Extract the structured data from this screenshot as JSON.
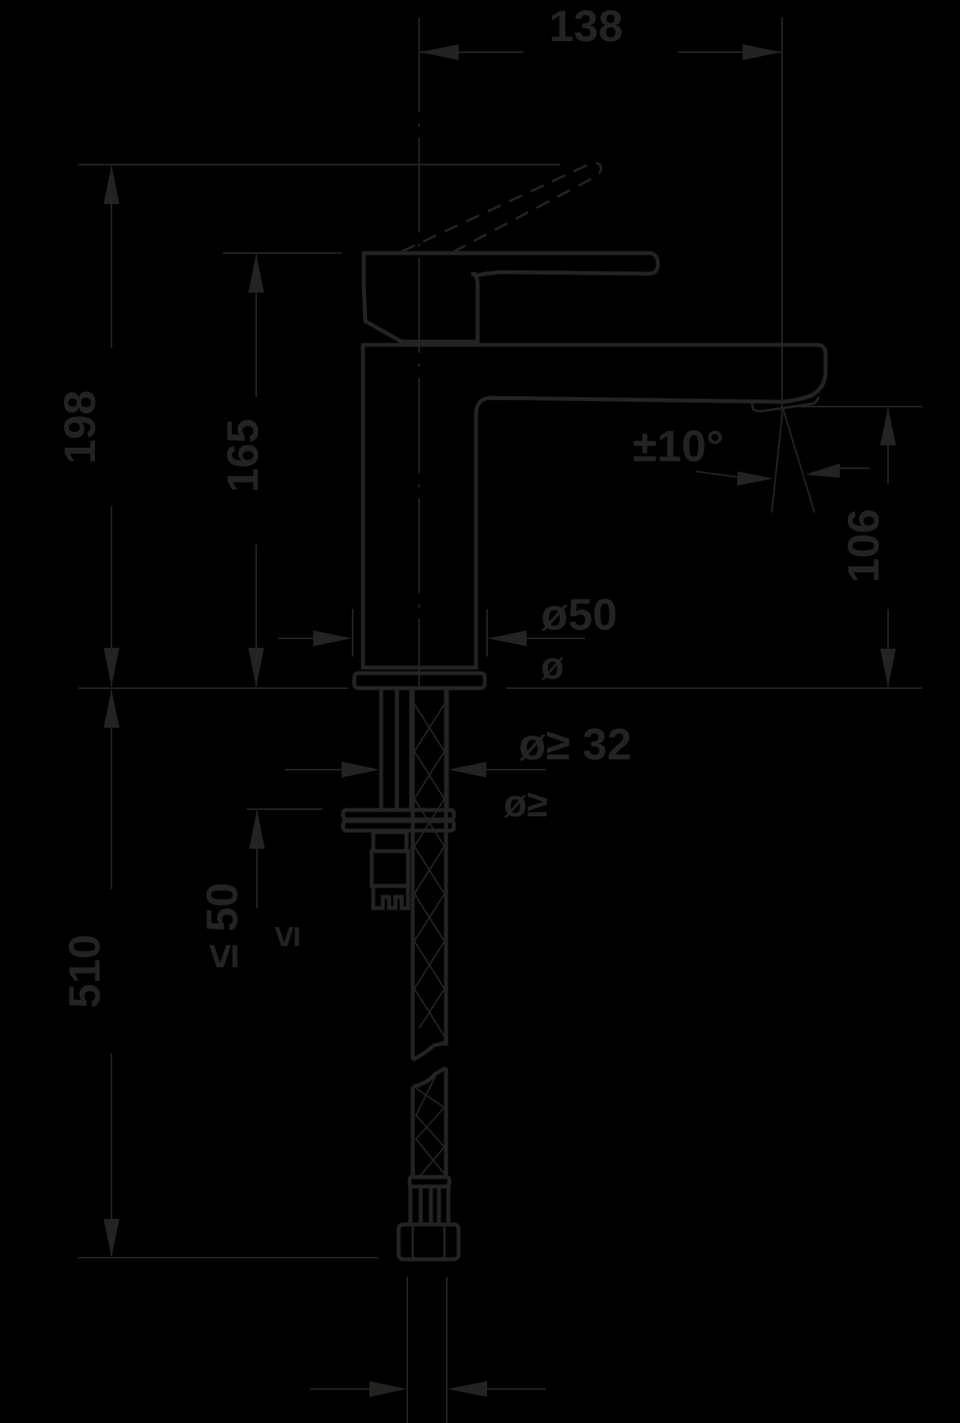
{
  "drawing": {
    "subject": "single-lever basin mixer, side elevation",
    "colors": {
      "background": "#000000",
      "line": "#232321"
    },
    "dimensions": {
      "spout_projection": "138",
      "total_height": "198",
      "body_height": "165",
      "spout_outlet_height": "106",
      "spout_swivel_angle": "±10°",
      "body_diameter": "ø50",
      "body_diameter_symbol": "ø",
      "tap_hole_diameter": "ø≥ 32",
      "tap_hole_symbol": "ø≥",
      "max_deck_thickness": "≤ 50",
      "max_deck_thickness_symbol": "≤",
      "hose_length": "510"
    }
  }
}
